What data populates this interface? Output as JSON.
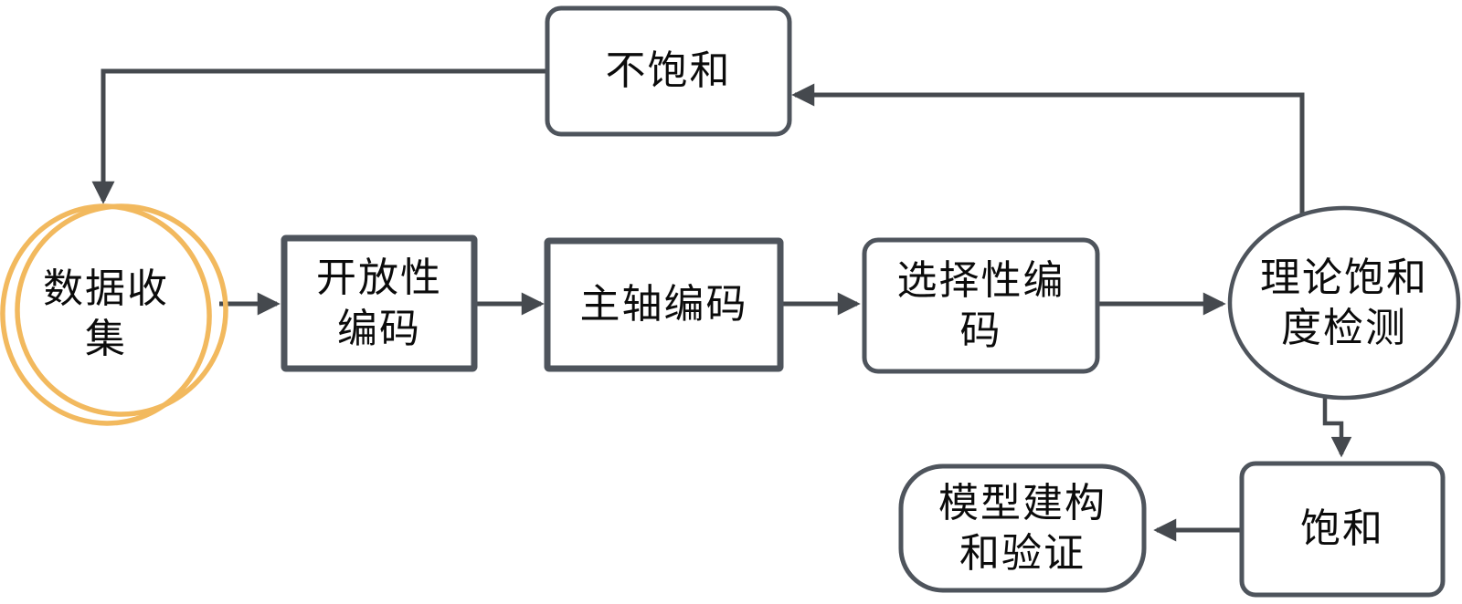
{
  "diagram": {
    "type": "flowchart",
    "description": "Grounded theory coding procedure flowchart with theoretical saturation feedback loop"
  },
  "nodes": {
    "data_collection": {
      "label": "数据收\n集",
      "shape": "double-circle-highlight"
    },
    "open_coding": {
      "label": "开放性\n编码",
      "shape": "rectangle"
    },
    "axial_coding": {
      "label": "主轴编码",
      "shape": "rectangle"
    },
    "selective_coding": {
      "label": "选择性编\n码",
      "shape": "rounded-rectangle"
    },
    "saturation_test": {
      "label": "理论饱和\n度检测",
      "shape": "ellipse"
    },
    "unsaturated": {
      "label": "不饱和",
      "shape": "rounded-rectangle"
    },
    "saturated": {
      "label": "饱和",
      "shape": "rounded-rectangle"
    },
    "model_construction": {
      "label": "模型建构\n和验证",
      "shape": "rounded-rectangle"
    }
  },
  "edges": [
    {
      "from": "data_collection",
      "to": "open_coding",
      "direction": "right"
    },
    {
      "from": "open_coding",
      "to": "axial_coding",
      "direction": "right"
    },
    {
      "from": "axial_coding",
      "to": "selective_coding",
      "direction": "right"
    },
    {
      "from": "selective_coding",
      "to": "saturation_test",
      "direction": "right"
    },
    {
      "from": "saturation_test",
      "to": "unsaturated",
      "direction": "up-left"
    },
    {
      "from": "unsaturated",
      "to": "data_collection",
      "direction": "left-down"
    },
    {
      "from": "saturation_test",
      "to": "saturated",
      "direction": "down"
    },
    {
      "from": "saturated",
      "to": "model_construction",
      "direction": "left"
    }
  ],
  "colors": {
    "line": "#45494e",
    "node_border": "#4e545c",
    "node_fill": "#ffffff",
    "highlight_ring": "#f2b95e",
    "text": "#0b0b0b",
    "background": "#ffffff"
  }
}
